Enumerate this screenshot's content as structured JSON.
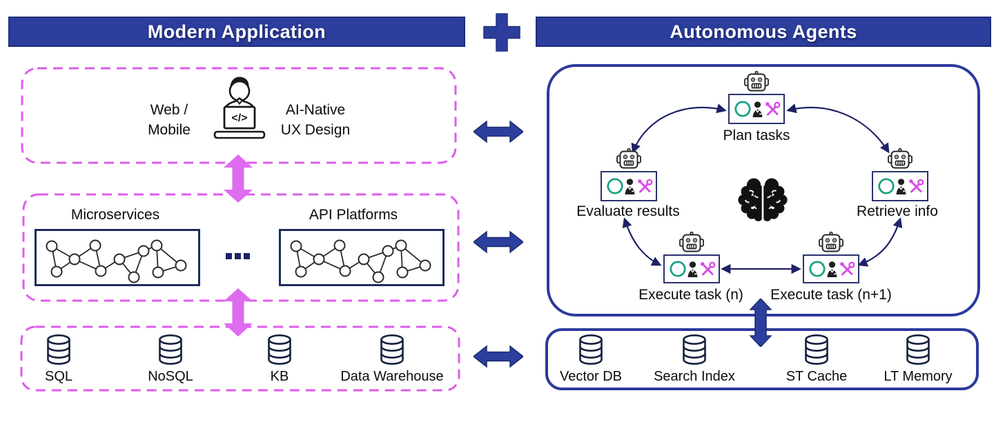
{
  "palette": {
    "primary_blue": "#2C3D9C",
    "navy_outline": "#1E2266",
    "magenta_dash": "#DC5CEB",
    "magenta_arrow": "#DF6BF0",
    "teal_openai": "#17A181",
    "tool_magenta": "#D84BE8",
    "text_dark": "#0C0C0C"
  },
  "headers": {
    "left_title": "Modern Application",
    "right_title": "Autonomous Agents"
  },
  "modern_app": {
    "ux_layer": {
      "label_left_line1": "Web /",
      "label_left_line2": "Mobile",
      "label_right_line1": "AI-Native",
      "label_right_line2": "UX Design",
      "code_glyph": "</>"
    },
    "services_layer": {
      "label_left": "Microservices",
      "label_right": "API Platforms"
    },
    "data_layer": {
      "items": [
        "SQL",
        "NoSQL",
        "KB",
        "Data Warehouse"
      ]
    }
  },
  "agents": {
    "plan": {
      "label": "Plan tasks"
    },
    "evaluate": {
      "label": "Evaluate results"
    },
    "retrieve": {
      "label": "Retrieve info"
    },
    "execute_n": {
      "label": "Execute task (n)"
    },
    "execute_n1": {
      "label": "Execute task (n+1)"
    },
    "memory": {
      "items": [
        "Vector DB",
        "Search Index",
        "ST Cache",
        "LT Memory"
      ]
    }
  },
  "icons": {
    "plus": "plus-icon",
    "developer_laptop": "developer-laptop-icon",
    "network_graph": "network-graph-icon",
    "database": "database-icon",
    "robot": "robot-icon",
    "openai": "openai-icon",
    "agent_person": "agent-person-icon",
    "crossed_tools": "crossed-tools-icon",
    "brain": "brain-icon",
    "double_arrow": "double-arrow-icon"
  }
}
